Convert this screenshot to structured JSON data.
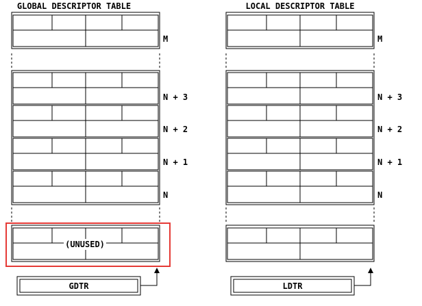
{
  "gdt": {
    "title": "GLOBAL DESCRIPTOR TABLE",
    "register": "GDTR",
    "unused_label": "(UNUSED)",
    "row_labels": [
      "M",
      "N + 3",
      "N + 2",
      "N + 1",
      "N"
    ]
  },
  "ldt": {
    "title": "LOCAL DESCRIPTOR TABLE",
    "register": "LDTR",
    "row_labels": [
      "M",
      "N + 3",
      "N + 2",
      "N + 1",
      "N"
    ]
  },
  "colors": {
    "line": "#000000",
    "highlight": "#e53935",
    "background": "#ffffff"
  }
}
